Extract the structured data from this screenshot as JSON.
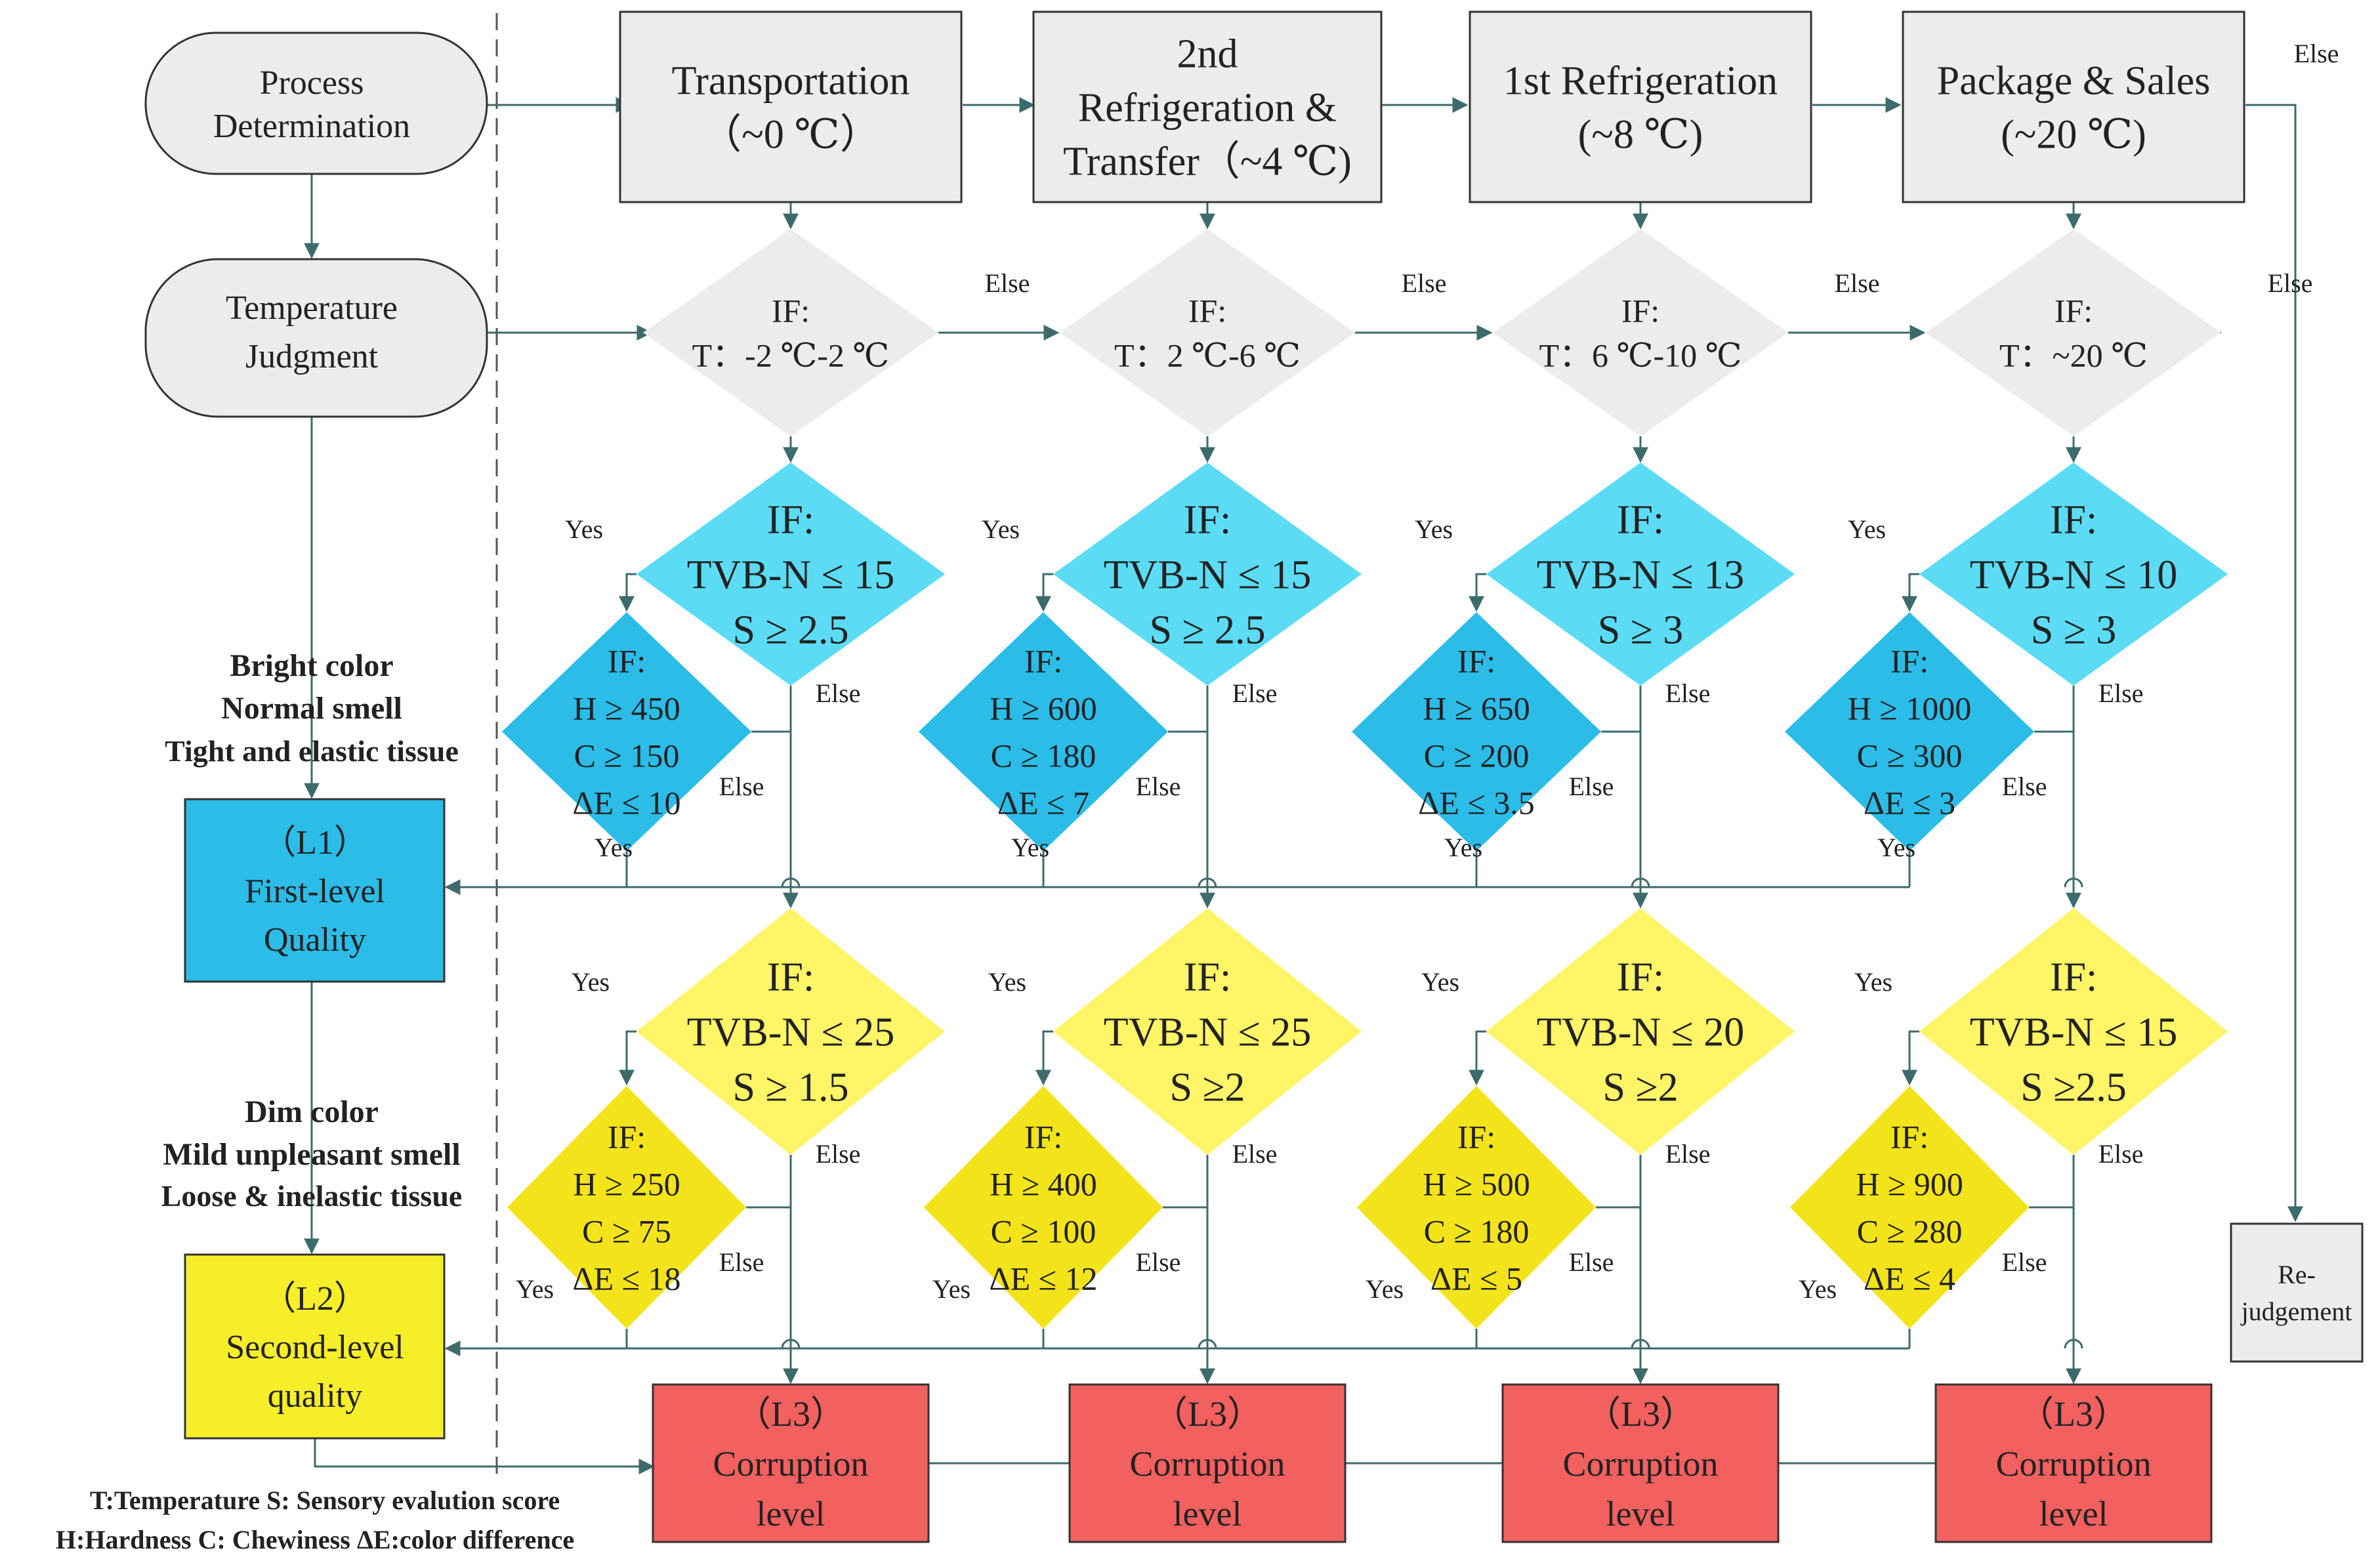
{
  "colors": {
    "grey": "#ececec",
    "cyan": "#5bdcf4",
    "blue": "#2bbce8",
    "light_yellow": "#fff566",
    "yellow": "#f3e31a",
    "red": "#f36060",
    "l1_box": "#2bbce8",
    "l2_box": "#f7ee2a",
    "line": "#3d6b6b"
  },
  "left": {
    "process": [
      "Process",
      "Determination"
    ],
    "temperature": [
      "Temperature",
      "Judgment"
    ],
    "l1_desc": [
      "Bright color",
      "Normal smell",
      "Tight and elastic tissue"
    ],
    "l1_box": [
      "（L1）",
      "First-level",
      "Quality"
    ],
    "l2_desc": [
      "Dim color",
      "Mild unpleasant smell",
      "Loose & inelastic tissue"
    ],
    "l2_box": [
      "（L2）",
      "Second-level",
      "quality"
    ],
    "legend": [
      "T:Temperature S: Sensory evalution score",
      "H:Hardness C: Chewiness ΔE:color difference"
    ]
  },
  "stages": [
    {
      "title": [
        "Transportation",
        "（~0 ℃）"
      ],
      "temp": [
        "IF:",
        "T：-2 ℃-2 ℃"
      ],
      "l1_cond": [
        "IF:",
        "TVB-N ≤ 15",
        "S ≥ 2.5"
      ],
      "l1_sub": [
        "IF:",
        "H ≥ 450",
        "C ≥ 150",
        "ΔE ≤ 10"
      ],
      "l2_cond": [
        "IF:",
        "TVB-N ≤ 25",
        "S ≥ 1.5"
      ],
      "l2_sub": [
        "IF:",
        "H ≥ 250",
        "C ≥ 75",
        "ΔE ≤ 18"
      ],
      "corruption": [
        "（L3）",
        "Corruption",
        "level"
      ]
    },
    {
      "title": [
        "2nd",
        "Refrigeration &",
        "Transfer（~4 ℃)"
      ],
      "temp": [
        "IF:",
        "T：2 ℃-6 ℃"
      ],
      "l1_cond": [
        "IF:",
        "TVB-N ≤ 15",
        "S ≥ 2.5"
      ],
      "l1_sub": [
        "IF:",
        "H ≥ 600",
        "C ≥ 180",
        "ΔE ≤ 7"
      ],
      "l2_cond": [
        "IF:",
        "TVB-N ≤ 25",
        "S ≥2"
      ],
      "l2_sub": [
        "IF:",
        "H ≥ 400",
        "C ≥ 100",
        "ΔE ≤ 12"
      ],
      "corruption": [
        "（L3）",
        "Corruption",
        "level"
      ]
    },
    {
      "title": [
        "1st Refrigeration",
        "(~8 ℃)"
      ],
      "temp": [
        "IF:",
        "T：6 ℃-10 ℃"
      ],
      "l1_cond": [
        "IF:",
        "TVB-N ≤ 13",
        "S ≥ 3"
      ],
      "l1_sub": [
        "IF:",
        "H ≥ 650",
        "C ≥ 200",
        "ΔE ≤ 3.5"
      ],
      "l2_cond": [
        "IF:",
        "TVB-N ≤ 20",
        "S ≥2"
      ],
      "l2_sub": [
        "IF:",
        "H ≥ 500",
        "C ≥ 180",
        "ΔE ≤ 5"
      ],
      "corruption": [
        "（L3）",
        "Corruption",
        "level"
      ]
    },
    {
      "title": [
        "Package & Sales",
        "(~20 ℃)"
      ],
      "temp": [
        "IF:",
        "T：~20 ℃"
      ],
      "l1_cond": [
        "IF:",
        "TVB-N ≤ 10",
        "S ≥ 3"
      ],
      "l1_sub": [
        "IF:",
        "H ≥ 1000",
        "C ≥ 300",
        "ΔE ≤ 3"
      ],
      "l2_cond": [
        "IF:",
        "TVB-N ≤ 15",
        "S ≥2.5"
      ],
      "l2_sub": [
        "IF:",
        "H ≥ 900",
        "C ≥ 280",
        "ΔE ≤ 4"
      ],
      "corruption": [
        "（L3）",
        "Corruption",
        "level"
      ]
    }
  ],
  "rejudge": [
    "Re-",
    "judgement"
  ],
  "labels": {
    "yes": "Yes",
    "else": "Else"
  }
}
